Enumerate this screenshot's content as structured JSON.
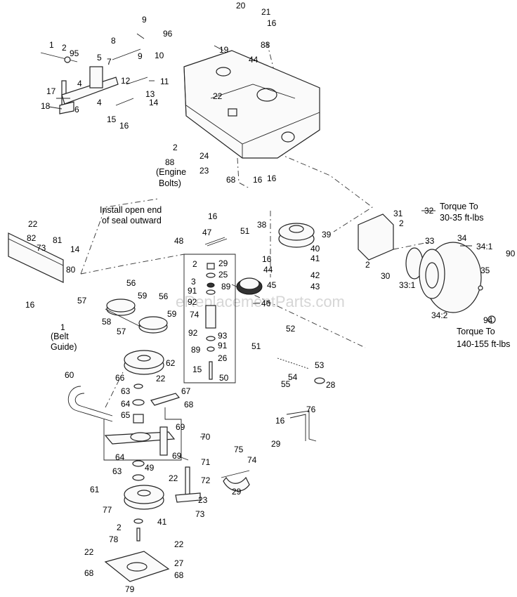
{
  "watermark": "eReplacementParts.com",
  "notes": {
    "engine_bolts_1": "(Engine",
    "engine_bolts_2": "Bolts)",
    "seal_1": "Install open end",
    "seal_2": "of seal outward",
    "belt_guide_1": "(Belt",
    "belt_guide_2": "Guide)",
    "torque_top_1": "Torque To",
    "torque_top_2": "30-35 ft-lbs",
    "torque_bottom_1": "Torque To",
    "torque_bottom_2": "140-155 ft-lbs"
  },
  "callouts": [
    {
      "id": "c1",
      "text": "1"
    },
    {
      "id": "c2",
      "text": "2"
    },
    {
      "id": "c3",
      "text": "95"
    },
    {
      "id": "c4",
      "text": "17"
    },
    {
      "id": "c5",
      "text": "18"
    },
    {
      "id": "c6",
      "text": "6"
    },
    {
      "id": "c7",
      "text": "4"
    },
    {
      "id": "c8",
      "text": "5"
    },
    {
      "id": "c9",
      "text": "7"
    },
    {
      "id": "c10",
      "text": "8"
    },
    {
      "id": "c11",
      "text": "9"
    },
    {
      "id": "c12",
      "text": "96"
    },
    {
      "id": "c13",
      "text": "9"
    },
    {
      "id": "c14",
      "text": "10"
    },
    {
      "id": "c15",
      "text": "12"
    },
    {
      "id": "c16",
      "text": "11"
    },
    {
      "id": "c17",
      "text": "13"
    },
    {
      "id": "c18",
      "text": "14"
    },
    {
      "id": "c19",
      "text": "4"
    },
    {
      "id": "c20",
      "text": "15"
    },
    {
      "id": "c21",
      "text": "16"
    },
    {
      "id": "c22",
      "text": "20"
    },
    {
      "id": "c23",
      "text": "21"
    },
    {
      "id": "c24",
      "text": "16"
    },
    {
      "id": "c25",
      "text": "19"
    },
    {
      "id": "c26",
      "text": "88"
    },
    {
      "id": "c27",
      "text": "44"
    },
    {
      "id": "c28",
      "text": "22"
    },
    {
      "id": "c29",
      "text": "2"
    },
    {
      "id": "c30",
      "text": "88"
    },
    {
      "id": "c31",
      "text": "24"
    },
    {
      "id": "c32",
      "text": "23"
    },
    {
      "id": "c33",
      "text": "68"
    },
    {
      "id": "c34",
      "text": "16"
    },
    {
      "id": "c35",
      "text": "16"
    },
    {
      "id": "c36",
      "text": "22"
    },
    {
      "id": "c37",
      "text": "82"
    },
    {
      "id": "c38",
      "text": "81"
    },
    {
      "id": "c39",
      "text": "73"
    },
    {
      "id": "c40",
      "text": "14"
    },
    {
      "id": "c41",
      "text": "80"
    },
    {
      "id": "c42",
      "text": "16"
    },
    {
      "id": "c43",
      "text": "1"
    },
    {
      "id": "c44",
      "text": "57"
    },
    {
      "id": "c45",
      "text": "56"
    },
    {
      "id": "c46",
      "text": "59"
    },
    {
      "id": "c47",
      "text": "56"
    },
    {
      "id": "c48",
      "text": "58"
    },
    {
      "id": "c49",
      "text": "59"
    },
    {
      "id": "c50",
      "text": "57"
    },
    {
      "id": "c51",
      "text": "16"
    },
    {
      "id": "c52",
      "text": "47"
    },
    {
      "id": "c53",
      "text": "51"
    },
    {
      "id": "c54",
      "text": "48"
    },
    {
      "id": "c55",
      "text": "2"
    },
    {
      "id": "c56",
      "text": "29"
    },
    {
      "id": "c57",
      "text": "25"
    },
    {
      "id": "c58",
      "text": "3"
    },
    {
      "id": "c59",
      "text": "89"
    },
    {
      "id": "c60",
      "text": "91"
    },
    {
      "id": "c61",
      "text": "92"
    },
    {
      "id": "c62",
      "text": "74"
    },
    {
      "id": "c63",
      "text": "92"
    },
    {
      "id": "c64",
      "text": "93"
    },
    {
      "id": "c65",
      "text": "91"
    },
    {
      "id": "c66",
      "text": "89"
    },
    {
      "id": "c67",
      "text": "26"
    },
    {
      "id": "c68",
      "text": "15"
    },
    {
      "id": "c69",
      "text": "50"
    },
    {
      "id": "c70",
      "text": "51"
    },
    {
      "id": "c71",
      "text": "38"
    },
    {
      "id": "c72",
      "text": "39"
    },
    {
      "id": "c73",
      "text": "40"
    },
    {
      "id": "c74",
      "text": "41"
    },
    {
      "id": "c75",
      "text": "42"
    },
    {
      "id": "c76",
      "text": "43"
    },
    {
      "id": "c77",
      "text": "16"
    },
    {
      "id": "c78",
      "text": "44"
    },
    {
      "id": "c79",
      "text": "45"
    },
    {
      "id": "c80",
      "text": "46"
    },
    {
      "id": "c81",
      "text": "52"
    },
    {
      "id": "c82",
      "text": "53"
    },
    {
      "id": "c83",
      "text": "54"
    },
    {
      "id": "c84",
      "text": "55"
    },
    {
      "id": "c85",
      "text": "28"
    },
    {
      "id": "c86",
      "text": "31"
    },
    {
      "id": "c87",
      "text": "32"
    },
    {
      "id": "c88",
      "text": "2"
    },
    {
      "id": "c89",
      "text": "2"
    },
    {
      "id": "c90",
      "text": "30"
    },
    {
      "id": "c91",
      "text": "33"
    },
    {
      "id": "c92",
      "text": "33:1"
    },
    {
      "id": "c93",
      "text": "34"
    },
    {
      "id": "c94",
      "text": "34:1"
    },
    {
      "id": "c95",
      "text": "90"
    },
    {
      "id": "c96",
      "text": "35"
    },
    {
      "id": "c97",
      "text": "34:2"
    },
    {
      "id": "c98",
      "text": "94"
    },
    {
      "id": "c99",
      "text": "62"
    },
    {
      "id": "c100",
      "text": "60"
    },
    {
      "id": "c101",
      "text": "66"
    },
    {
      "id": "c102",
      "text": "63"
    },
    {
      "id": "c103",
      "text": "64"
    },
    {
      "id": "c104",
      "text": "65"
    },
    {
      "id": "c105",
      "text": "22"
    },
    {
      "id": "c106",
      "text": "67"
    },
    {
      "id": "c107",
      "text": "68"
    },
    {
      "id": "c108",
      "text": "69"
    },
    {
      "id": "c109",
      "text": "70"
    },
    {
      "id": "c110",
      "text": "64"
    },
    {
      "id": "c111",
      "text": "69"
    },
    {
      "id": "c112",
      "text": "49"
    },
    {
      "id": "c113",
      "text": "63"
    },
    {
      "id": "c114",
      "text": "71"
    },
    {
      "id": "c115",
      "text": "22"
    },
    {
      "id": "c116",
      "text": "72"
    },
    {
      "id": "c117",
      "text": "61"
    },
    {
      "id": "c118",
      "text": "77"
    },
    {
      "id": "c119",
      "text": "23"
    },
    {
      "id": "c120",
      "text": "73"
    },
    {
      "id": "c121",
      "text": "2"
    },
    {
      "id": "c122",
      "text": "41"
    },
    {
      "id": "c123",
      "text": "78"
    },
    {
      "id": "c124",
      "text": "22"
    },
    {
      "id": "c125",
      "text": "22"
    },
    {
      "id": "c126",
      "text": "27"
    },
    {
      "id": "c127",
      "text": "68"
    },
    {
      "id": "c128",
      "text": "68"
    },
    {
      "id": "c129",
      "text": "79"
    },
    {
      "id": "c130",
      "text": "76"
    },
    {
      "id": "c131",
      "text": "16"
    },
    {
      "id": "c132",
      "text": "29"
    },
    {
      "id": "c133",
      "text": "75"
    },
    {
      "id": "c134",
      "text": "74"
    },
    {
      "id": "c135",
      "text": "29"
    }
  ]
}
